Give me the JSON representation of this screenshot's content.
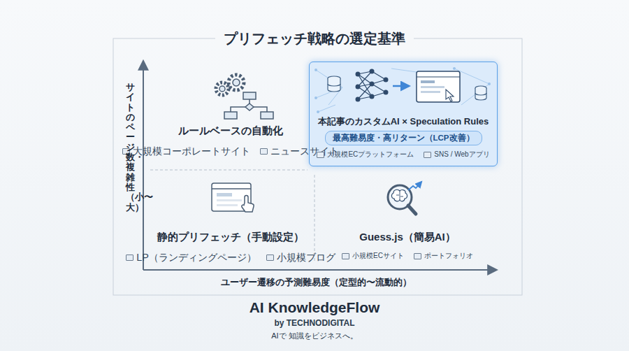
{
  "diagram": {
    "title": "プリフェッチ戦略の選定基準",
    "nodes": [
      {
        "text": [
          "ルールベースの自動化",
          "大規模コーポレートサイト",
          "ニュースサイト"
        ]
      },
      {
        "text": [
          "本記事のカスタムAI × Speculation Rules",
          "大規模ECプラットフォーム",
          "SNS / Webアプリ"
        ]
      },
      {
        "text": [
          "最高難易度・高リターン（LCP改善）"
        ],
        "in": 1
      },
      {
        "text": [
          "静的プリフェッチ（手動設定）",
          "LP（ランディングページ）",
          "小規模ブログ"
        ]
      },
      {
        "text": [
          "Guess.js（簡易AI）",
          "小規模ECサイト",
          "ポートフォリオ"
        ]
      }
    ],
    "labels": [
      "サイトのページ数・複雑性（小〜大）",
      "ユーザー遷移の予測難易度（定型的〜流動的）",
      "AI KnowledgeFlow",
      "by TECHNODIGITAL",
      "AIで 知識をビジネスへ。"
    ]
  }
}
